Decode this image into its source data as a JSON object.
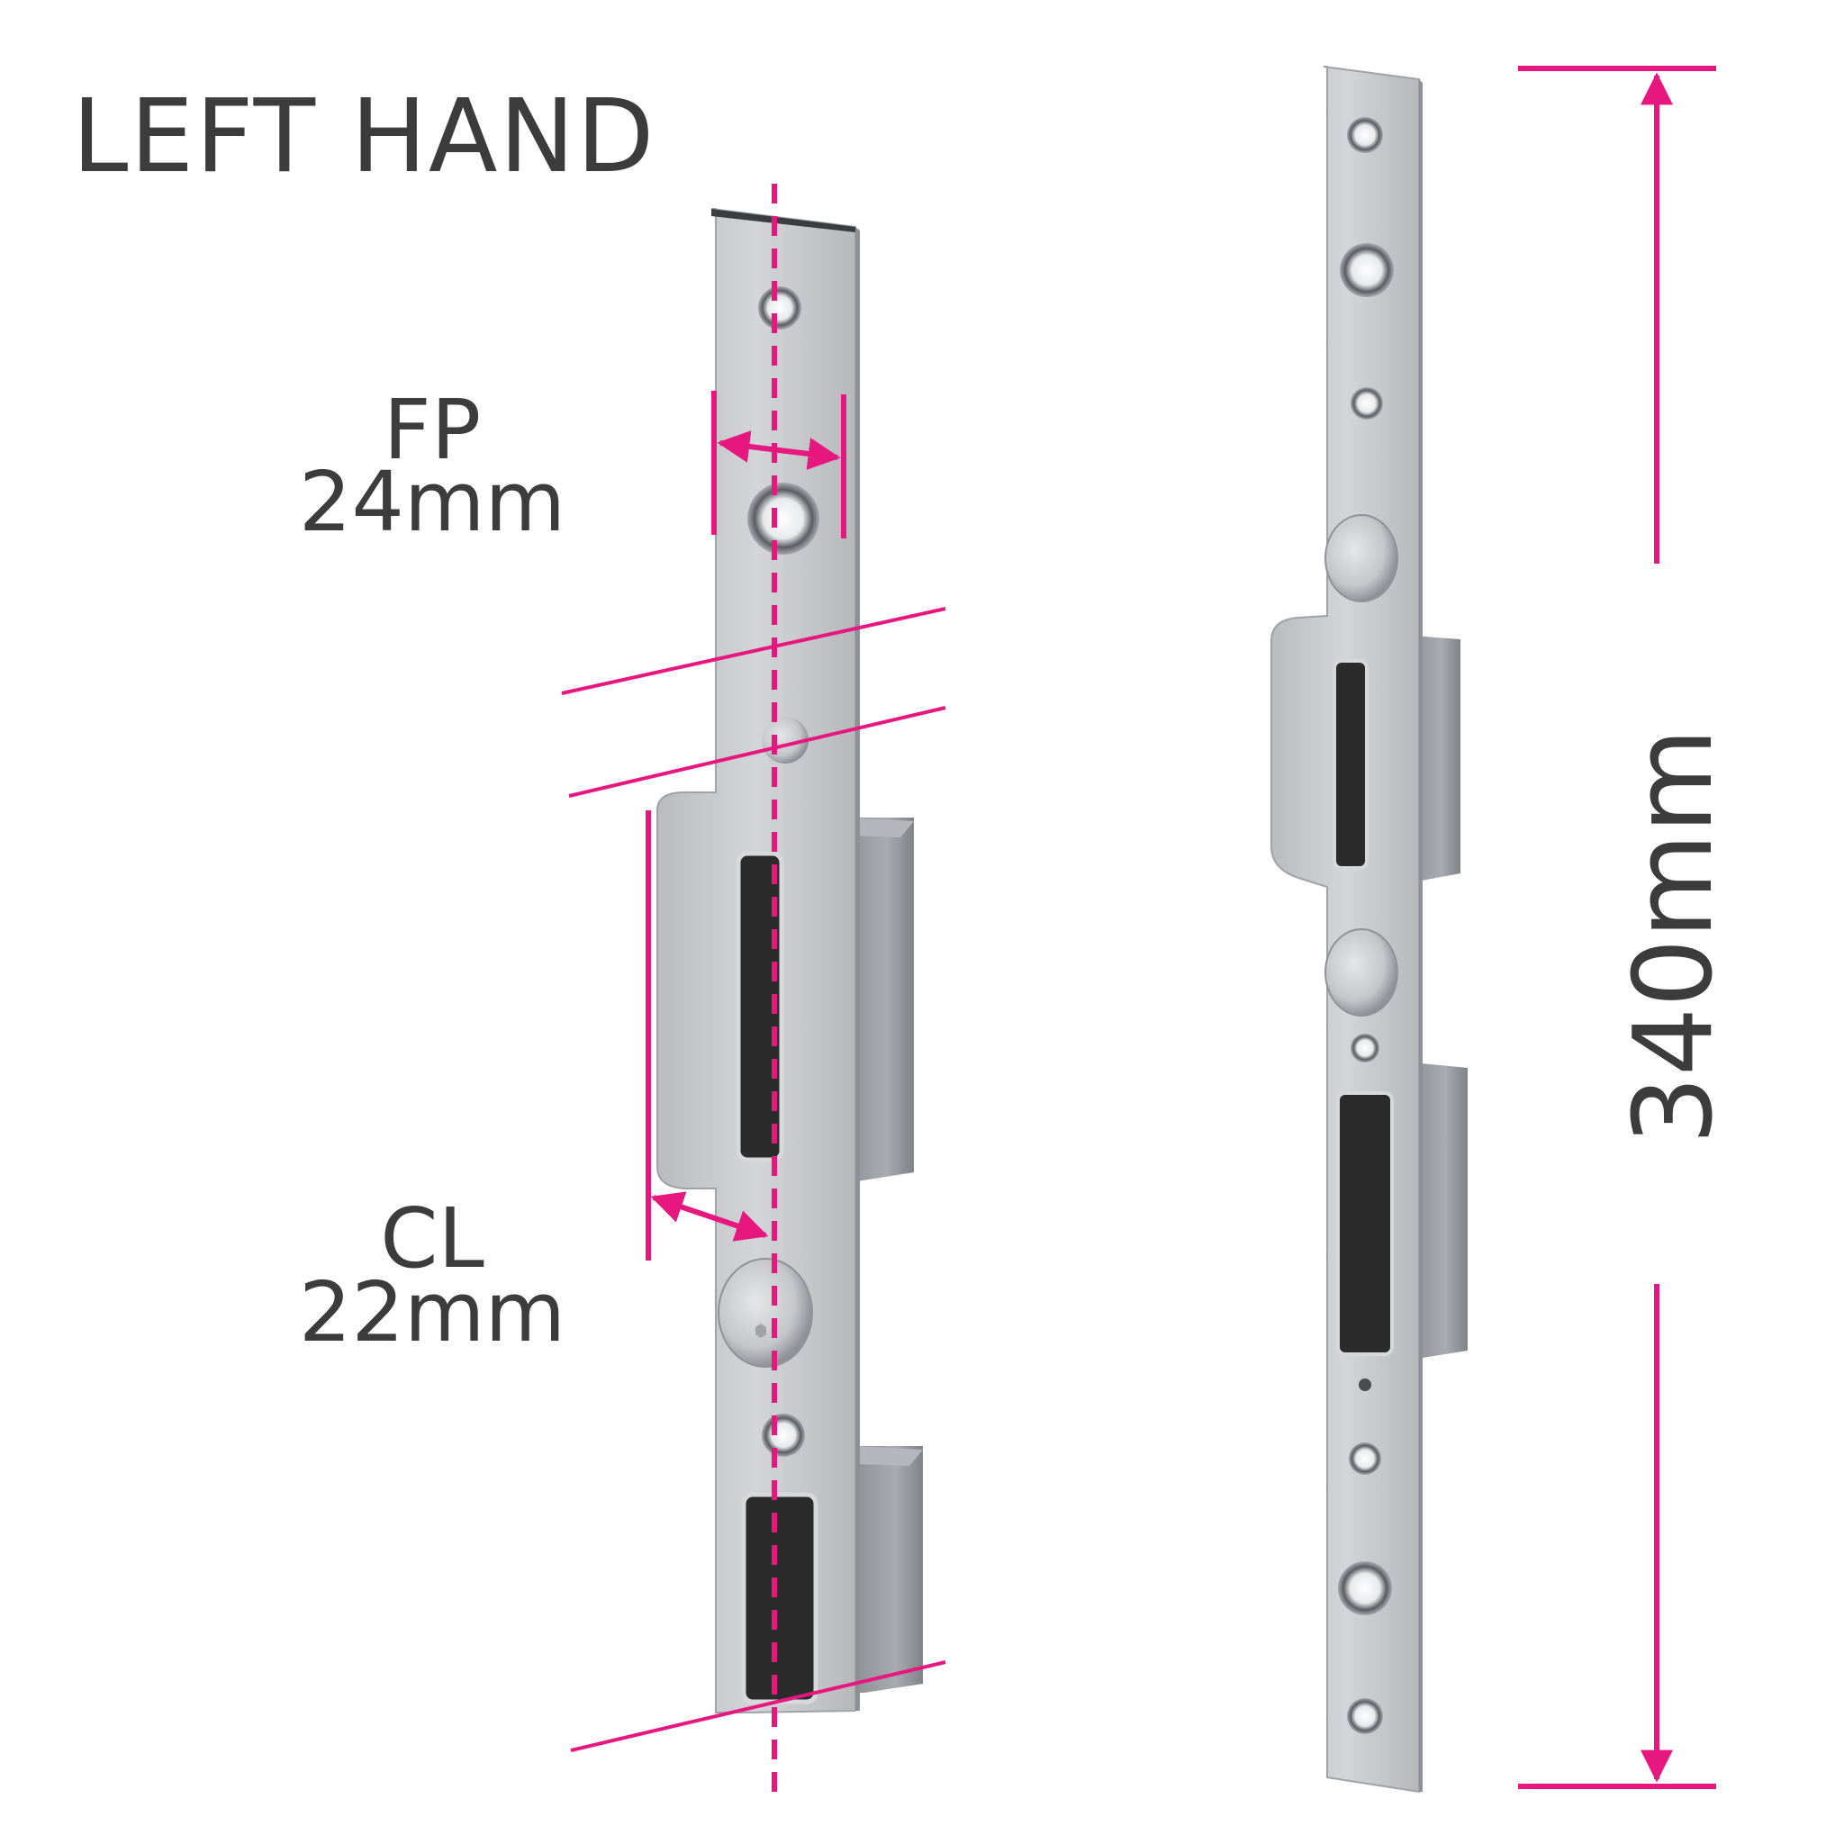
{
  "title": "LEFT HAND",
  "dimensions": {
    "fp": {
      "name": "FP",
      "value": "24mm"
    },
    "cl": {
      "name": "CL",
      "value": "22mm"
    },
    "length": {
      "value": "340mm"
    }
  },
  "colors": {
    "accent": "#e6177e",
    "text": "#3c3c3c",
    "steel": "#c2c4c7",
    "steel_dark": "#8d9095",
    "box": "#9a9da2",
    "slot": "#2b2b2b"
  }
}
